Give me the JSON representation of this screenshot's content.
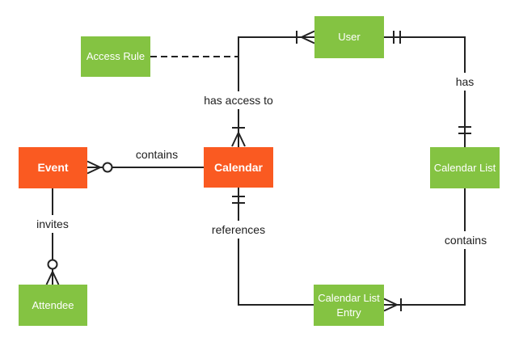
{
  "diagram": {
    "type": "entity-relationship",
    "notation": "crows-foot",
    "colors": {
      "entity_green": "#84C342",
      "entity_orange": "#FA5A21",
      "line": "#222222",
      "label_text": "#1E1E1E",
      "background": "#FFFFFF",
      "entity_text": "#FFFFFF"
    },
    "entities": [
      {
        "id": "access-rule",
        "label": "Access Rule",
        "color": "green"
      },
      {
        "id": "user",
        "label": "User",
        "color": "green"
      },
      {
        "id": "event",
        "label": "Event",
        "color": "orange"
      },
      {
        "id": "calendar",
        "label": "Calendar",
        "color": "orange"
      },
      {
        "id": "calendar-list",
        "label": "Calendar List",
        "color": "green"
      },
      {
        "id": "attendee",
        "label": "Attendee",
        "color": "green"
      },
      {
        "id": "calendar-list-entry",
        "label": "Calendar List Entry",
        "color": "green"
      }
    ],
    "relationships": [
      {
        "label": "has access to",
        "from": "user",
        "to": "calendar",
        "from_cardinality": "one-or-many",
        "to_cardinality": "one-or-many",
        "style": "solid"
      },
      {
        "label": "has",
        "from": "user",
        "to": "calendar-list",
        "from_cardinality": "exactly-one",
        "to_cardinality": "exactly-one",
        "style": "solid"
      },
      {
        "label": "contains",
        "from": "event",
        "to": "calendar",
        "from_cardinality": "zero-or-many",
        "to_cardinality": "none",
        "style": "solid"
      },
      {
        "label": "invites",
        "from": "event",
        "to": "attendee",
        "from_cardinality": "none",
        "to_cardinality": "zero-or-many",
        "style": "solid"
      },
      {
        "label": "references",
        "from": "calendar",
        "to": "calendar-list-entry",
        "from_cardinality": "exactly-one",
        "to_cardinality": "none",
        "style": "solid"
      },
      {
        "label": "contains",
        "from": "calendar-list",
        "to": "calendar-list-entry",
        "from_cardinality": "none",
        "to_cardinality": "one-or-many",
        "style": "solid"
      },
      {
        "label": "",
        "from": "access-rule",
        "to": "has-access-to-relationship",
        "from_cardinality": "none",
        "to_cardinality": "none",
        "style": "dashed"
      }
    ]
  }
}
